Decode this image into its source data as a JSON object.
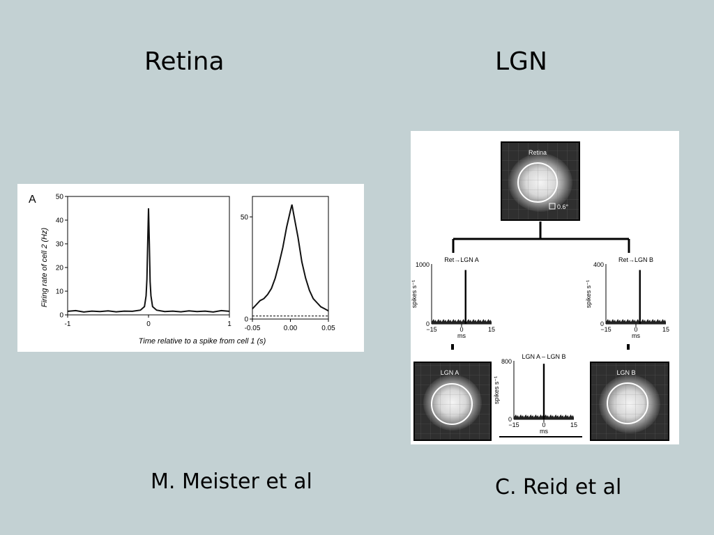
{
  "slide": {
    "title_left": "Retina",
    "title_right": "LGN",
    "credit_left": "M. Meister et al",
    "credit_right": "C. Reid et al"
  },
  "chart_data": [
    {
      "type": "line",
      "panel_label": "A",
      "ylabel": "Firing rate of cell 2 (Hz)",
      "xlabel": "Time relative to a spike from cell 1 (s)",
      "xlim": [
        -1,
        1
      ],
      "ylim": [
        0,
        50
      ],
      "xticks": [
        "-1",
        "0",
        "1"
      ],
      "yticks": [
        "0",
        "10",
        "20",
        "30",
        "40",
        "50"
      ],
      "x": [
        -1.0,
        -0.9,
        -0.8,
        -0.7,
        -0.6,
        -0.5,
        -0.4,
        -0.3,
        -0.2,
        -0.1,
        -0.05,
        -0.03,
        -0.02,
        -0.01,
        0.0,
        0.01,
        0.02,
        0.03,
        0.05,
        0.1,
        0.2,
        0.3,
        0.4,
        0.5,
        0.6,
        0.7,
        0.8,
        0.9,
        1.0
      ],
      "y": [
        1.5,
        1.8,
        1.2,
        1.6,
        1.4,
        1.7,
        1.3,
        1.6,
        1.5,
        2.0,
        3.5,
        8,
        15,
        30,
        45,
        30,
        14,
        8,
        3.5,
        2.0,
        1.4,
        1.6,
        1.3,
        1.7,
        1.4,
        1.6,
        1.2,
        1.8,
        1.5
      ]
    },
    {
      "type": "line",
      "xlim": [
        -0.05,
        0.05
      ],
      "ylim": [
        0,
        60
      ],
      "xticks": [
        "-0.05",
        "0.00",
        "0.05"
      ],
      "yticks": [
        "0",
        "50"
      ],
      "baseline": 1.5,
      "x": [
        -0.05,
        -0.045,
        -0.04,
        -0.035,
        -0.03,
        -0.025,
        -0.02,
        -0.015,
        -0.01,
        -0.005,
        0.0,
        0.002,
        0.005,
        0.01,
        0.015,
        0.02,
        0.025,
        0.03,
        0.035,
        0.04,
        0.045,
        0.05
      ],
      "y": [
        5,
        7,
        9,
        10,
        12,
        15,
        20,
        27,
        35,
        45,
        53,
        56,
        50,
        40,
        28,
        20,
        14,
        10,
        8,
        6,
        5,
        4
      ]
    },
    {
      "type": "bar",
      "title": "Ret→LGN A",
      "ylabel": "spikes s⁻¹",
      "xlabel": "ms",
      "xlim": [
        -15,
        15
      ],
      "ylim": [
        0,
        1000
      ],
      "xticks": [
        "−15",
        "0",
        "15"
      ],
      "yticks": [
        "0",
        "1000"
      ],
      "peak": {
        "x": 2,
        "y": 900
      }
    },
    {
      "type": "bar",
      "title": "Ret→LGN B",
      "ylabel": "spikes s⁻¹",
      "xlabel": "ms",
      "xlim": [
        -15,
        15
      ],
      "ylim": [
        0,
        400
      ],
      "xticks": [
        "−15",
        "0",
        "15"
      ],
      "yticks": [
        "0",
        "400"
      ],
      "peak": {
        "x": 2,
        "y": 360
      }
    },
    {
      "type": "bar",
      "title": "LGN A – LGN B",
      "ylabel": "spikes s⁻¹",
      "xlabel": "ms",
      "xlim": [
        -15,
        15
      ],
      "ylim": [
        0,
        800
      ],
      "xticks": [
        "−15",
        "0",
        "15"
      ],
      "yticks": [
        "0",
        "800"
      ],
      "peak": {
        "x": 0,
        "y": 760
      }
    }
  ],
  "receptive_fields": {
    "retina": {
      "label": "Retina",
      "scale": "0.6°"
    },
    "lgn_a": {
      "label": "LGN A"
    },
    "lgn_b": {
      "label": "LGN B"
    }
  }
}
